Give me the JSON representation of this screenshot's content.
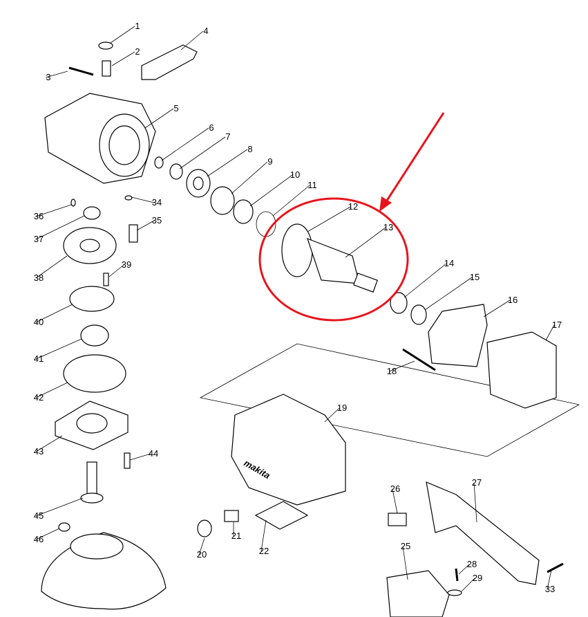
{
  "diagram": {
    "brand_logo": "makita",
    "labels": [
      "1",
      "2",
      "3",
      "4",
      "5",
      "6",
      "7",
      "8",
      "9",
      "10",
      "11",
      "12",
      "13",
      "14",
      "15",
      "16",
      "17",
      "18",
      "19",
      "20",
      "21",
      "22",
      "25",
      "26",
      "27",
      "28",
      "29",
      "33",
      "34",
      "35",
      "36",
      "37",
      "38",
      "39",
      "40",
      "41",
      "42",
      "43",
      "44",
      "45",
      "46"
    ],
    "highlight": {
      "color": "#e8141c",
      "target_parts": [
        "12",
        "13"
      ]
    }
  }
}
